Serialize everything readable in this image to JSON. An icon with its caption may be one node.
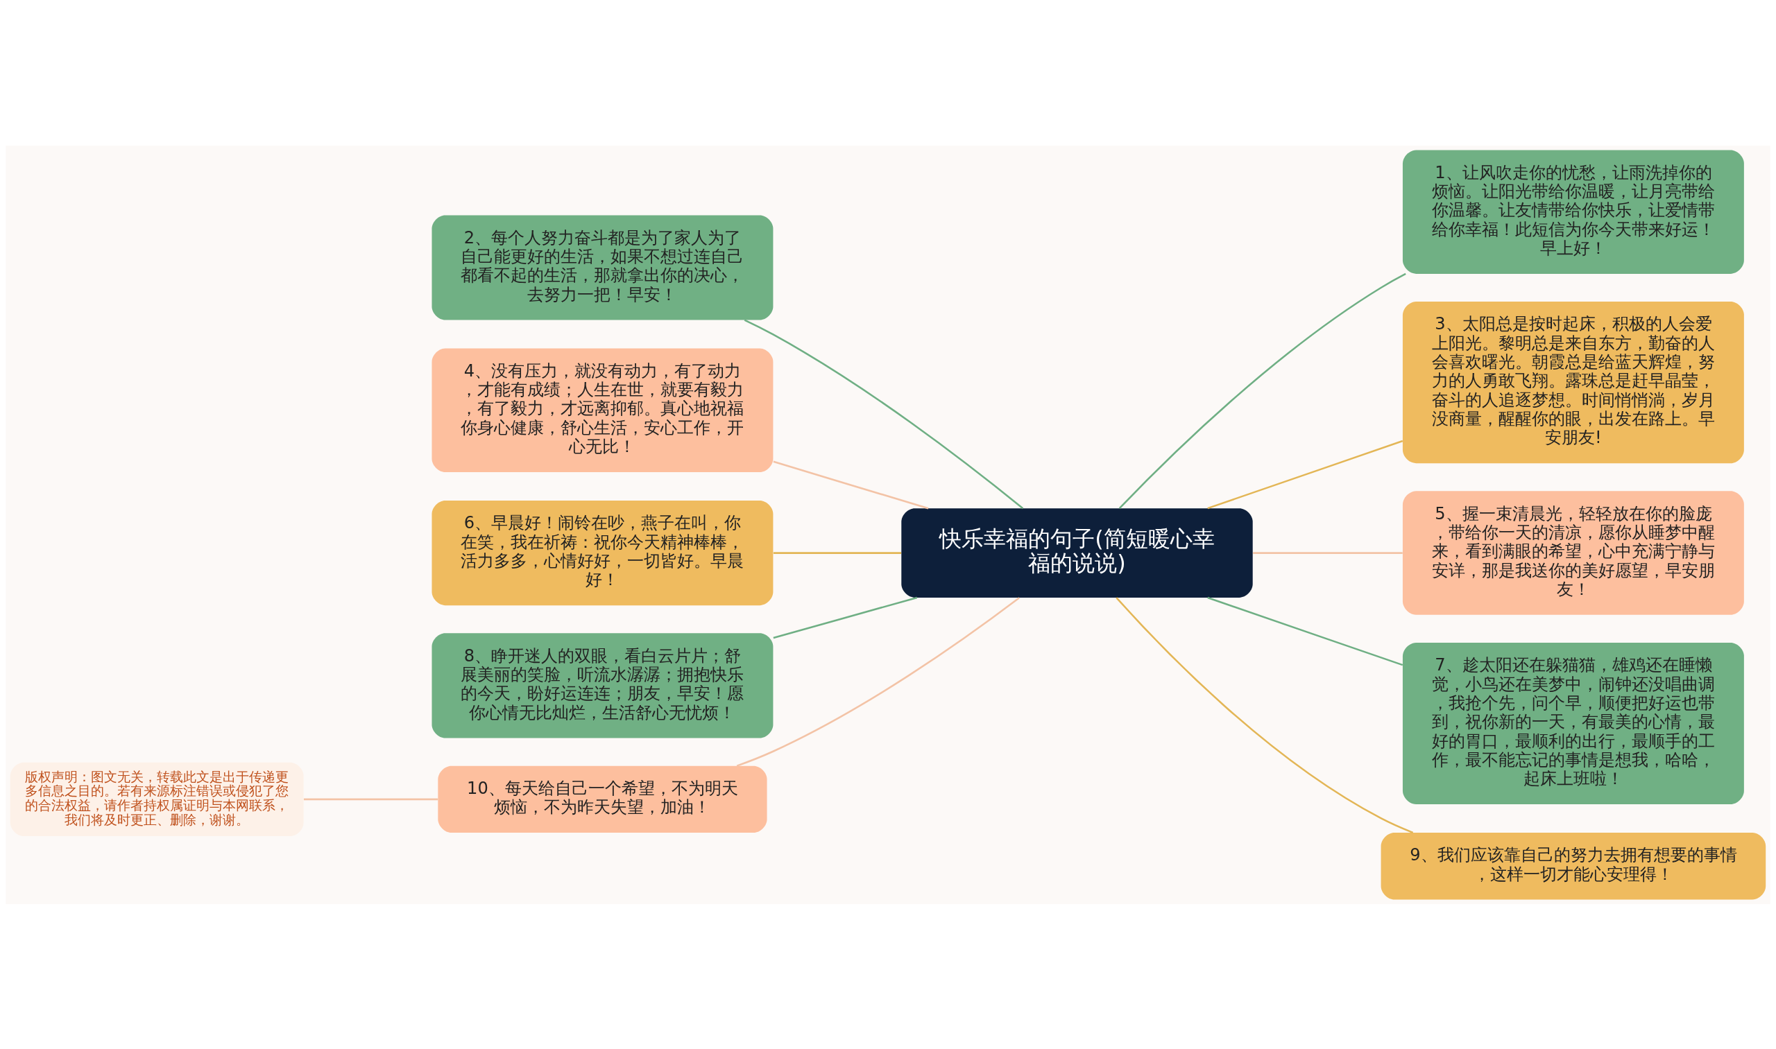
{
  "diagram": {
    "nodes": [
      {
        "text": [
          "快乐幸福的句子(简短暖心幸福的说说)"
        ]
      },
      {
        "text": [
          "1、让风吹走你的忧愁，让雨洗掉你的烦恼。让阳光带给你温暖，让月亮带给你温馨。让友情带给你快乐，让爱情带给你幸福！此短信为你今天带来好运！早上好！"
        ]
      },
      {
        "text": [
          "2、每个人努力奋斗都是为了家人为了自己能更好的生活，如果不想过连自己都看不起的生活，那就拿出你的决心，去努力一把！早安！"
        ]
      },
      {
        "text": [
          "3、太阳总是按时起床，积极的人会爱上阳光。黎明总是来自东方，勤奋的人会喜欢曙光。朝霞总是给蓝天辉煌，努力的人勇敢飞翔。露珠总是赶早晶莹，奋斗的人追逐梦想。时间悄悄淌，岁月没商量，醒醒你的眼，出发在路上。早安朋友!"
        ]
      },
      {
        "text": [
          "4、没有压力，就没有动力，有了动力，才能有成绩；人生在世，就要有毅力，有了毅力，才远离抑郁。真心地祝福你身心健康，舒心生活，安心工作，开心无比！"
        ]
      },
      {
        "text": [
          "5、握一束清晨光，轻轻放在你的脸庞，带给你一天的清凉，愿你从睡梦中醒来，看到满眼的希望，心中充满宁静与安详，那是我送你的美好愿望，早安朋友！"
        ]
      },
      {
        "text": [
          "6、早晨好！闹铃在吵，燕子在叫，你在笑，我在祈祷：祝你今天精神棒棒，活力多多，心情好好，一切皆好。早晨好！"
        ]
      },
      {
        "text": [
          "7、趁太阳还在躲猫猫，雄鸡还在睡懒觉，小鸟还在美梦中，闹钟还没唱曲调，我抢个先，问个早，顺便把好运也带到，祝你新的一天，有最美的心情，最好的胃口，最顺利的出行，最顺手的工作，最不能忘记的事情是想我，哈哈，起床上班啦！"
        ]
      },
      {
        "text": [
          "8、睁开迷人的双眼，看白云片片；舒展美丽的笑脸，听流水潺潺；拥抱快乐的今天，盼好运连连；朋友，早安！愿你心情无比灿烂，生活舒心无忧烦！"
        ]
      },
      {
        "text": [
          "9、我们应该靠自己的努力去拥有想要的事情，这样一切才能心安理得！"
        ]
      },
      {
        "text": [
          "10、每天给自己一个希望，不为明天烦恼，不为昨天失望，加油！"
        ]
      },
      {
        "text": [
          "版权声明：图文无关，转载此文是出于传递更多信息之目的。若有来源标注错误或侵犯了您的合法权益，请作者持权属证明与本网联系，我们将及时更正、删除，谢谢。"
        ]
      }
    ],
    "edges": [
      {
        "from": 0,
        "to": 1,
        "arrow": "none",
        "color": "#6faf84"
      },
      {
        "from": 0,
        "to": 2,
        "arrow": "none",
        "color": "#6faf84"
      },
      {
        "from": 0,
        "to": 3,
        "arrow": "none",
        "color": "#e3b656"
      },
      {
        "from": 0,
        "to": 4,
        "arrow": "none",
        "color": "#f3c3a6"
      },
      {
        "from": 0,
        "to": 5,
        "arrow": "none",
        "color": "#f3c3a6"
      },
      {
        "from": 0,
        "to": 6,
        "arrow": "none",
        "color": "#e3b656"
      },
      {
        "from": 0,
        "to": 7,
        "arrow": "none",
        "color": "#6faf84"
      },
      {
        "from": 0,
        "to": 8,
        "arrow": "none",
        "color": "#6faf84"
      },
      {
        "from": 0,
        "to": 9,
        "arrow": "none",
        "color": "#e3b656"
      },
      {
        "from": 0,
        "to": 10,
        "arrow": "none",
        "color": "#f3c3a6"
      },
      {
        "from": 10,
        "to": 11,
        "arrow": "none",
        "color": "#f3c3a6"
      }
    ]
  }
}
